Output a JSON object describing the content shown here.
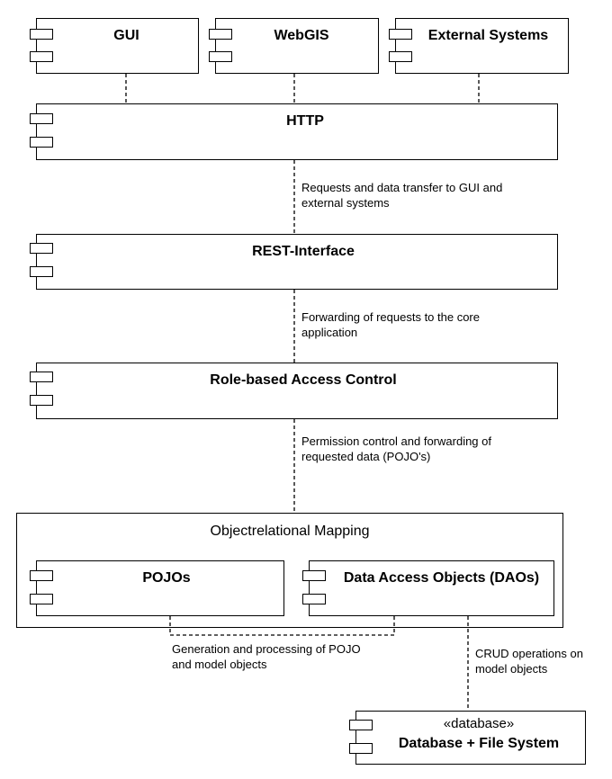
{
  "components": {
    "gui": "GUI",
    "webgis": "WebGIS",
    "external": "External Systems",
    "http": "HTTP",
    "rest": "REST-Interface",
    "rbac": "Role-based Access Control",
    "pojos": "POJOs",
    "daos": "Data Access Objects (DAOs)",
    "database": "Database + File System"
  },
  "stereotype": "«database»",
  "frame_title": "Objectrelational Mapping",
  "notes": {
    "http_rest": [
      "Requests and data transfer to GUI and",
      "external systems"
    ],
    "rest_rbac": [
      "Forwarding of requests to the core",
      "application"
    ],
    "rbac_orm": [
      "Permission control and forwarding of",
      "requested data (POJO's)"
    ],
    "pojo_dao": [
      "Generation and processing of POJO",
      "and model objects"
    ],
    "dao_db": [
      "CRUD operations on",
      "model objects"
    ]
  }
}
